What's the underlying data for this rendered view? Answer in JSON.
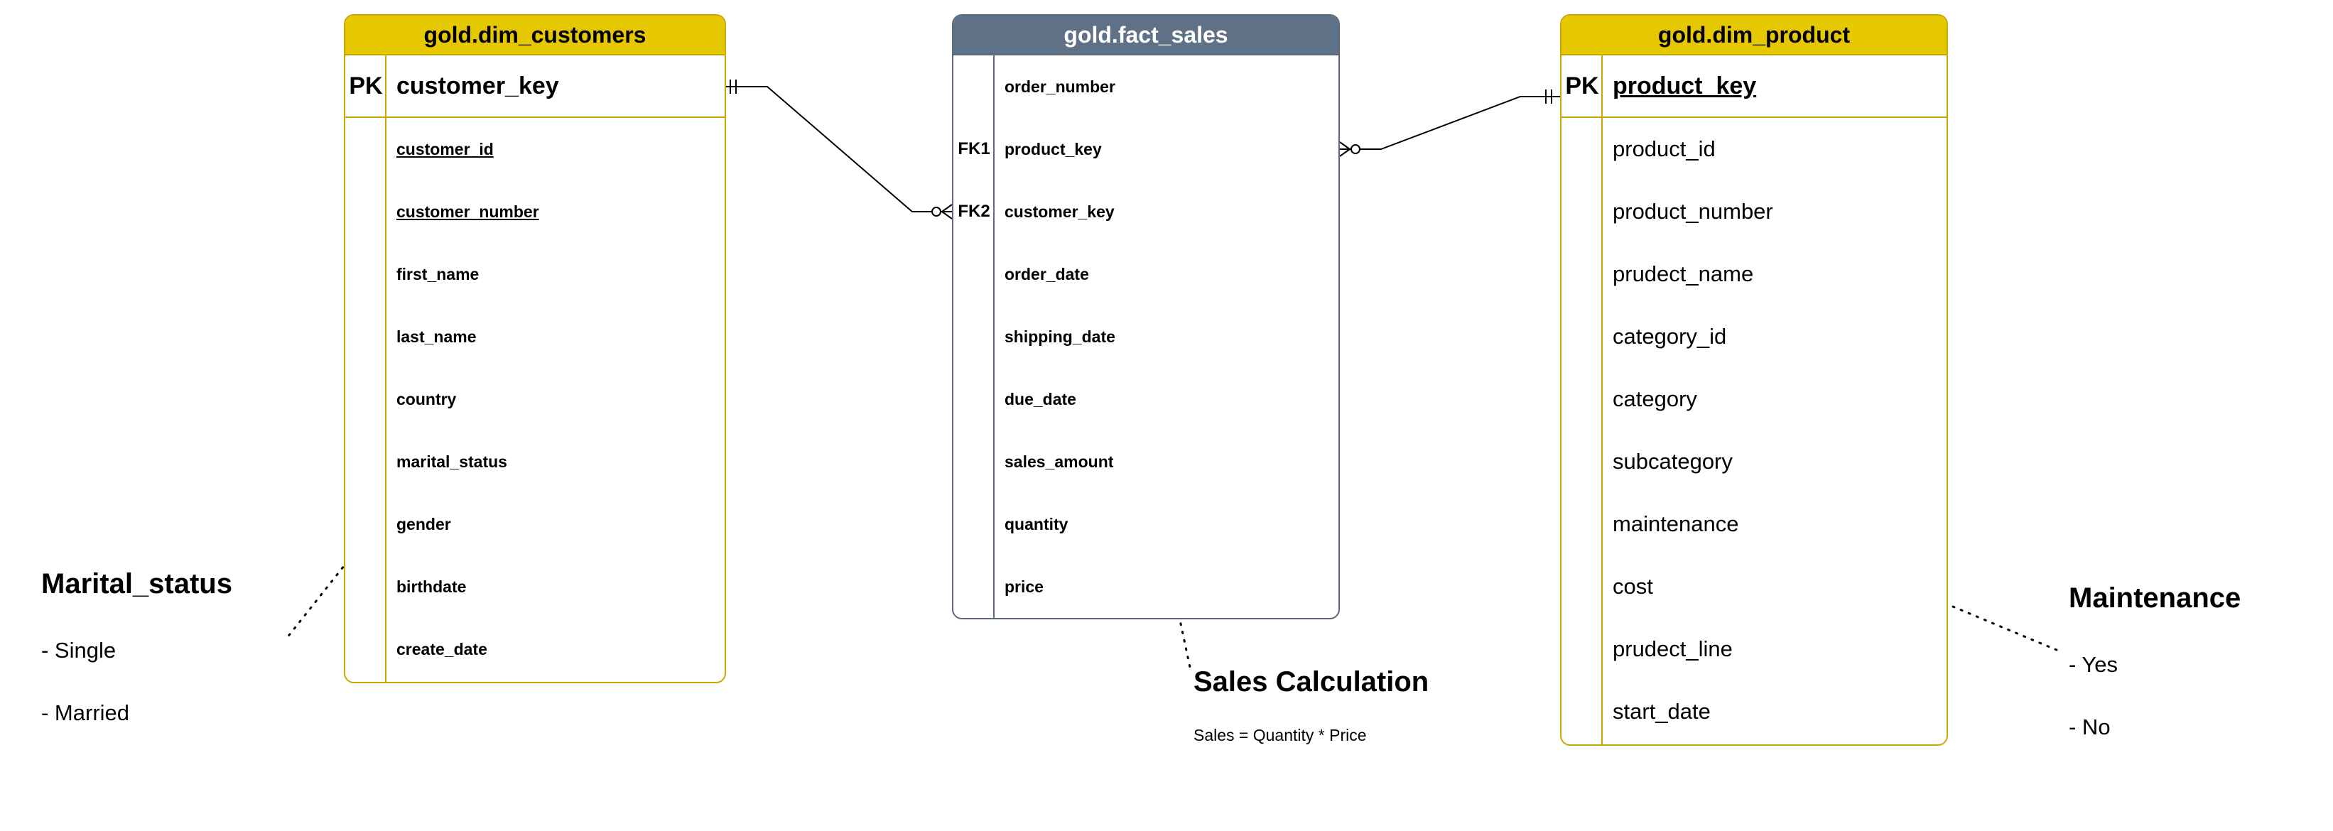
{
  "customers": {
    "title": "gold.dim_customers",
    "pk_label": "PK",
    "pk_field": "customer_key",
    "fields": [
      "customer_id",
      "customer_number",
      "first_name",
      "last_name",
      "country",
      "marital_status",
      "gender",
      "birthdate",
      "create_date"
    ]
  },
  "fact": {
    "title": "gold.fact_sales",
    "fk1_label": "FK1",
    "fk2_label": "FK2",
    "fields": [
      "order_number",
      "product_key",
      "customer_key",
      "order_date",
      "shipping_date",
      "due_date",
      "sales_amount",
      "quantity",
      "price"
    ]
  },
  "product": {
    "title": "gold.dim_product",
    "pk_label": "PK",
    "pk_field": "product_key",
    "fields": [
      "product_id",
      "product_number",
      "prudect_name",
      "category_id",
      "category",
      "subcategory",
      "maintenance",
      "cost",
      "prudect_line",
      "start_date"
    ]
  },
  "notes": {
    "marital": {
      "title": "Marital_status",
      "items": [
        "- Single",
        "- Married"
      ]
    },
    "sales": {
      "title": "Sales Calculation",
      "formula": "Sales = Quantity * Price"
    },
    "maintenance": {
      "title": "Maintenance",
      "items": [
        "- Yes",
        "- No"
      ]
    }
  },
  "colors": {
    "dim_header": "#e6c800",
    "dim_border": "#c9a800",
    "fact_header": "#5f7187",
    "fact_border": "#5a6a7c"
  }
}
